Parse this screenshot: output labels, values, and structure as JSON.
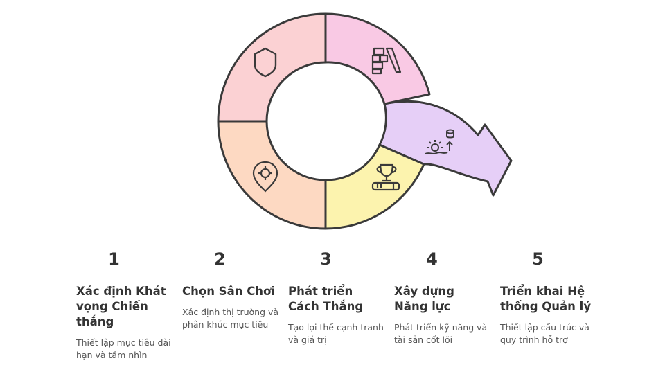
{
  "colors": {
    "segment_1": "#fbd1d3",
    "segment_2": "#fdd9c2",
    "segment_3": "#fcf3ae",
    "segment_4": "#f9c9e4",
    "segment_5": "#e6cff7",
    "outline": "#3a3a3a"
  },
  "segments": [
    {
      "icon": "shield-icon"
    },
    {
      "icon": "target-pin-icon"
    },
    {
      "icon": "trophy-icon"
    },
    {
      "icon": "building-blocks-icon"
    },
    {
      "icon": "database-gear-icon"
    }
  ],
  "steps": [
    {
      "number": "1",
      "title": "Xác định Khát vọng Chiến thắng",
      "description": "Thiết lập mục tiêu dài hạn và tầm nhìn"
    },
    {
      "number": "2",
      "title": "Chọn Sân Chơi",
      "description": "Xác định thị trường và phân khúc mục tiêu"
    },
    {
      "number": "3",
      "title": "Phát triển Cách Thắng",
      "description": "Tạo lợi thế cạnh tranh và giá trị"
    },
    {
      "number": "4",
      "title": "Xây dựng Năng lực",
      "description": "Phát triển kỹ năng và tài sản cốt lõi"
    },
    {
      "number": "5",
      "title": "Triển khai Hệ thống Quản lý",
      "description": "Thiết lập cấu trúc và quy trình hỗ trợ"
    }
  ]
}
